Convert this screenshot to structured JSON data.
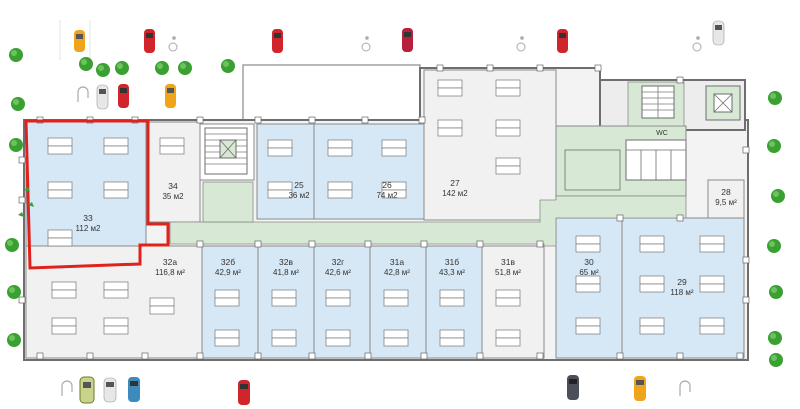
{
  "colors": {
    "office_blue": "#d6e8f6",
    "office_grey": "#f1f1f1",
    "corridor_green": "#d7e8d4",
    "wall": "#6e6e6e",
    "highlight_red": "#e0221d",
    "tree_green": "#3aa032"
  },
  "rooms": [
    {
      "id": "r33",
      "number": "33",
      "area": "112 м2"
    },
    {
      "id": "r34",
      "number": "34",
      "area": "35 м2"
    },
    {
      "id": "r25",
      "number": "25",
      "area": "36 м2"
    },
    {
      "id": "r26",
      "number": "26",
      "area": "74 м2"
    },
    {
      "id": "r27",
      "number": "27",
      "area": "142 м2"
    },
    {
      "id": "r28",
      "number": "28",
      "area": "9,5 м²"
    },
    {
      "id": "r32a",
      "number": "32а",
      "area": "116,8 м²"
    },
    {
      "id": "r32b",
      "number": "32б",
      "area": "42,9 м²"
    },
    {
      "id": "r32v",
      "number": "32в",
      "area": "41,8 м²"
    },
    {
      "id": "r32g",
      "number": "32г",
      "area": "42,6 м²"
    },
    {
      "id": "r31a",
      "number": "31а",
      "area": "42,8 м²"
    },
    {
      "id": "r31b",
      "number": "31б",
      "area": "43,3 м²"
    },
    {
      "id": "r31v",
      "number": "31в",
      "area": "51,8 м²"
    },
    {
      "id": "r30",
      "number": "30",
      "area": "65 м²"
    },
    {
      "id": "r29",
      "number": "29",
      "area": "118 м²"
    }
  ],
  "labels": {
    "wc": "WC"
  },
  "icons": {
    "accessible_parking": "wheelchair-icon",
    "u_turn": "u-turn-icon",
    "car": "car-icon",
    "tree": "tree-icon",
    "elevator": "elevator-icon",
    "stairs": "stairs-icon"
  }
}
